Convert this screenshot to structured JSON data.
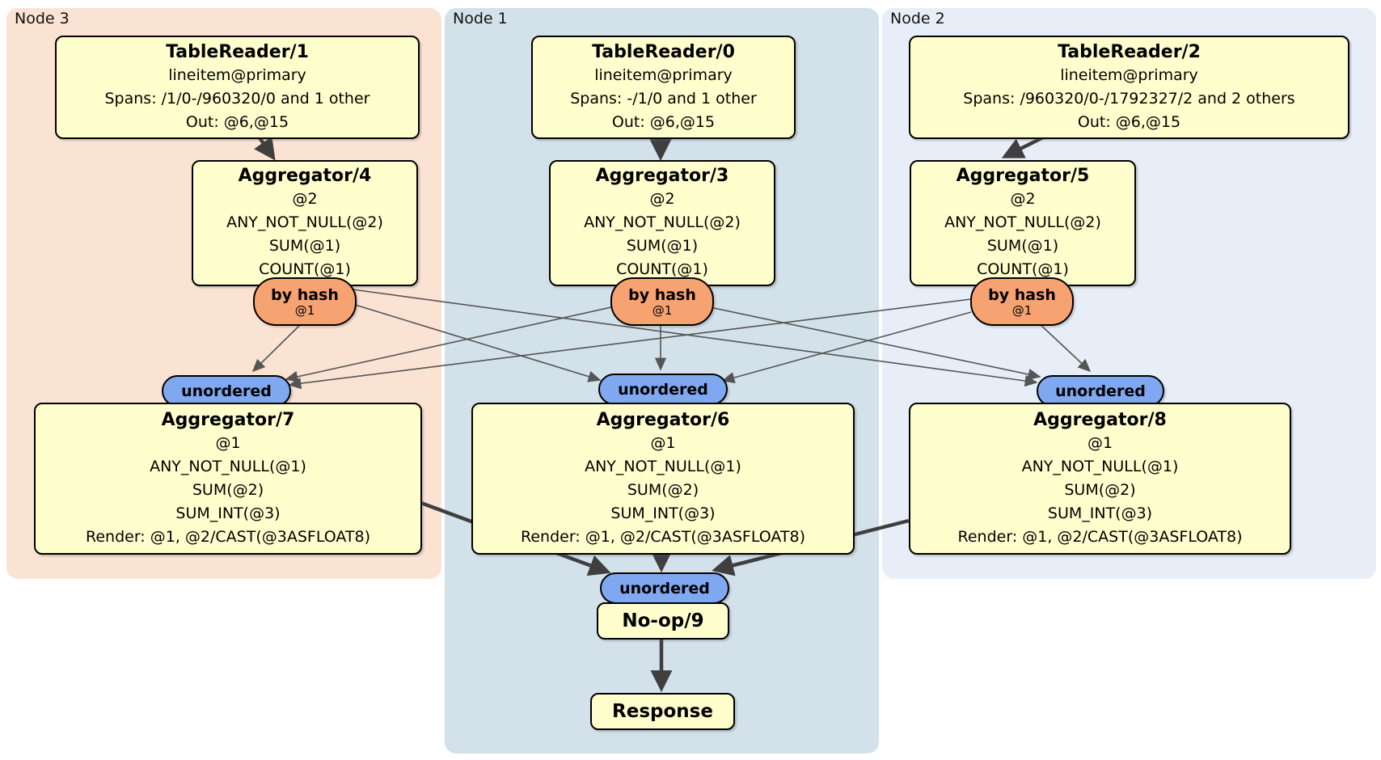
{
  "diagram": {
    "regions": [
      {
        "id": "node3",
        "label": "Node 3"
      },
      {
        "id": "node1",
        "label": "Node 1"
      },
      {
        "id": "node2",
        "label": "Node 2"
      }
    ],
    "processors": {
      "tr1": {
        "title": "TableReader/1",
        "lines": [
          "lineitem@primary",
          "Spans: /1/0-/960320/0 and 1 other",
          "Out: @6,@15"
        ]
      },
      "tr0": {
        "title": "TableReader/0",
        "lines": [
          "lineitem@primary",
          "Spans: -/1/0 and 1 other",
          "Out: @6,@15"
        ]
      },
      "tr2": {
        "title": "TableReader/2",
        "lines": [
          "lineitem@primary",
          "Spans: /960320/0-/1792327/2 and 2 others",
          "Out: @6,@15"
        ]
      },
      "agg4": {
        "title": "Aggregator/4",
        "lines": [
          "@2",
          "ANY_NOT_NULL(@2)",
          "SUM(@1)",
          "COUNT(@1)"
        ]
      },
      "agg3": {
        "title": "Aggregator/3",
        "lines": [
          "@2",
          "ANY_NOT_NULL(@2)",
          "SUM(@1)",
          "COUNT(@1)"
        ]
      },
      "agg5": {
        "title": "Aggregator/5",
        "lines": [
          "@2",
          "ANY_NOT_NULL(@2)",
          "SUM(@1)",
          "COUNT(@1)"
        ]
      },
      "agg7": {
        "title": "Aggregator/7",
        "lines": [
          "@1",
          "ANY_NOT_NULL(@1)",
          "SUM(@2)",
          "SUM_INT(@3)",
          "Render: @1, @2/CAST(@3ASFLOAT8)"
        ]
      },
      "agg6": {
        "title": "Aggregator/6",
        "lines": [
          "@1",
          "ANY_NOT_NULL(@1)",
          "SUM(@2)",
          "SUM_INT(@3)",
          "Render: @1, @2/CAST(@3ASFLOAT8)"
        ]
      },
      "agg8": {
        "title": "Aggregator/8",
        "lines": [
          "@1",
          "ANY_NOT_NULL(@1)",
          "SUM(@2)",
          "SUM_INT(@3)",
          "Render: @1, @2/CAST(@3ASFLOAT8)"
        ]
      },
      "noop9": {
        "title": "No-op/9"
      },
      "response": {
        "title": "Response"
      }
    },
    "routers": {
      "by_hash": {
        "label": "by hash",
        "detail": "@1"
      },
      "unordered": {
        "label": "unordered"
      }
    },
    "colors": {
      "node3_bg": "#fbe3d4",
      "node1_bg": "#d3e1ea",
      "node2_bg": "#e8eef8",
      "processor_fill": "#ffffcd",
      "by_hash_fill": "#f7a271",
      "unordered_fill": "#7fa8f1",
      "edge": "#4d4d4d"
    }
  }
}
